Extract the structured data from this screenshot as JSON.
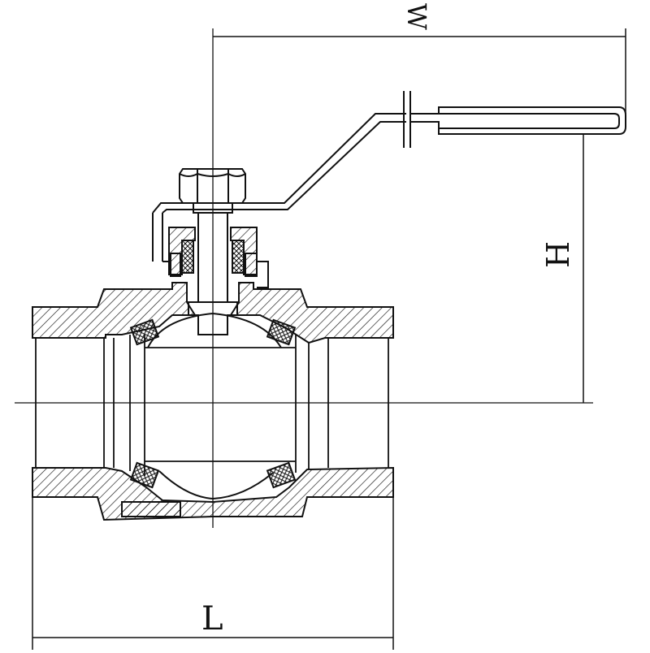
{
  "drawing": {
    "type": "ball-valve-cross-section",
    "line_color": "#111111",
    "background": "#ffffff",
    "labels": {
      "length": "L",
      "height": "H",
      "width": "W"
    }
  }
}
